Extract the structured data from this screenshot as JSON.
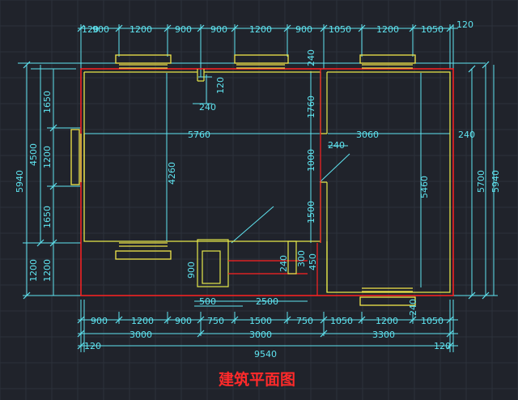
{
  "title": "建筑平面图",
  "colors": {
    "background": "#20232b",
    "grid": "#2c313b",
    "dimension": "#5fe4f0",
    "wall_outer": "#ff2222",
    "wall_inner": "#e6e84a",
    "window": "#f2e64a",
    "door": "#e6e84a",
    "title": "#ff2a2a"
  },
  "dimensions": {
    "top_left_120": "120",
    "top_1": "900",
    "top_2": "1200",
    "top_3": "900",
    "top_4": "900",
    "top_5": "1200",
    "top_6": "900",
    "top_7": "1050",
    "top_8": "1200",
    "top_9": "1050",
    "top_right_120": "120",
    "bottom_row1_1": "900",
    "bottom_row1_2": "1200",
    "bottom_row1_3": "900",
    "bottom_row1_4": "750",
    "bottom_row1_5": "1500",
    "bottom_row1_6": "750",
    "bottom_row1_7": "1050",
    "bottom_row1_8": "1200",
    "bottom_row1_9": "1050",
    "bottom_row2_1": "3000",
    "bottom_row2_2": "3000",
    "bottom_row2_3": "3300",
    "bottom_row3_left": "120",
    "bottom_row3_total": "9540",
    "bottom_row3_right": "120",
    "left_total": "5940",
    "left_4500": "4500",
    "left_1200_bottom": "1200",
    "left_1650_top": "1650",
    "left_1200_mid": "1200",
    "left_1650_low": "1650",
    "left_1200_low": "1200",
    "right_total": "5940",
    "right_5700": "5700",
    "room_width_left": "5760",
    "room_height_left": "4260",
    "room_width_right": "3060",
    "room_height_right": "5460",
    "corridor_240_top": "240",
    "corridor_1760": "1760",
    "corridor_1000": "1000",
    "corridor_1500": "1500",
    "corridor_240_a": "240",
    "corridor_240_b": "240",
    "corridor_240_c": "240",
    "stub_120": "120",
    "stub_240": "240",
    "stair_900": "900",
    "stair_500": "500",
    "stair_2500": "2500",
    "stair_240": "240",
    "stair_300": "300",
    "stair_450": "450"
  }
}
